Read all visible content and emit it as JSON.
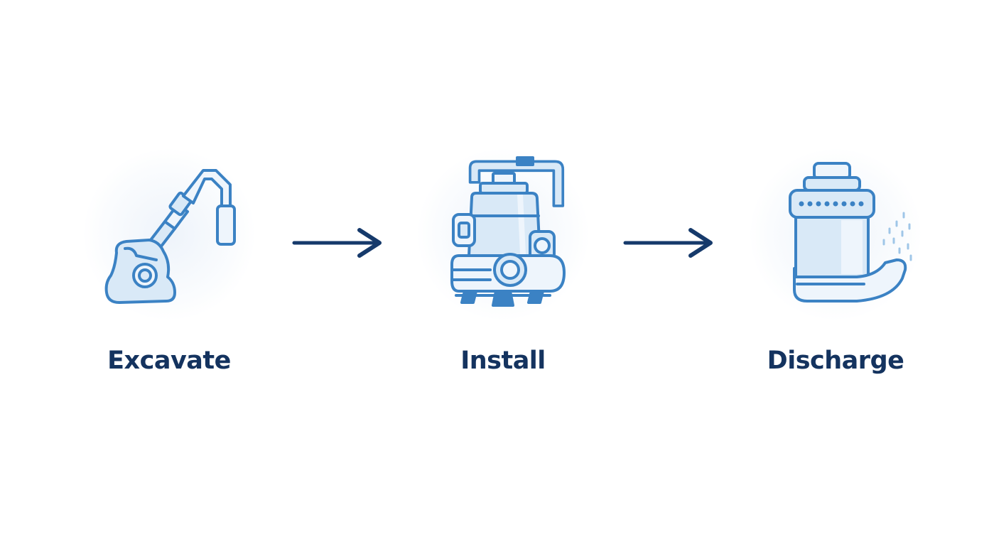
{
  "colors": {
    "icon_stroke": "#3b82c4",
    "icon_fill": "#d9e9f7",
    "icon_fill_light": "#eef5fc",
    "label": "#14335f",
    "arrow": "#163a6b"
  },
  "steps": [
    {
      "label": "Excavate",
      "icon": "excavator-icon"
    },
    {
      "label": "Install",
      "icon": "sump-pump-icon"
    },
    {
      "label": "Discharge",
      "icon": "discharge-pipe-icon"
    }
  ],
  "connectors": [
    {
      "icon": "arrow-right-icon"
    },
    {
      "icon": "arrow-right-icon"
    }
  ]
}
